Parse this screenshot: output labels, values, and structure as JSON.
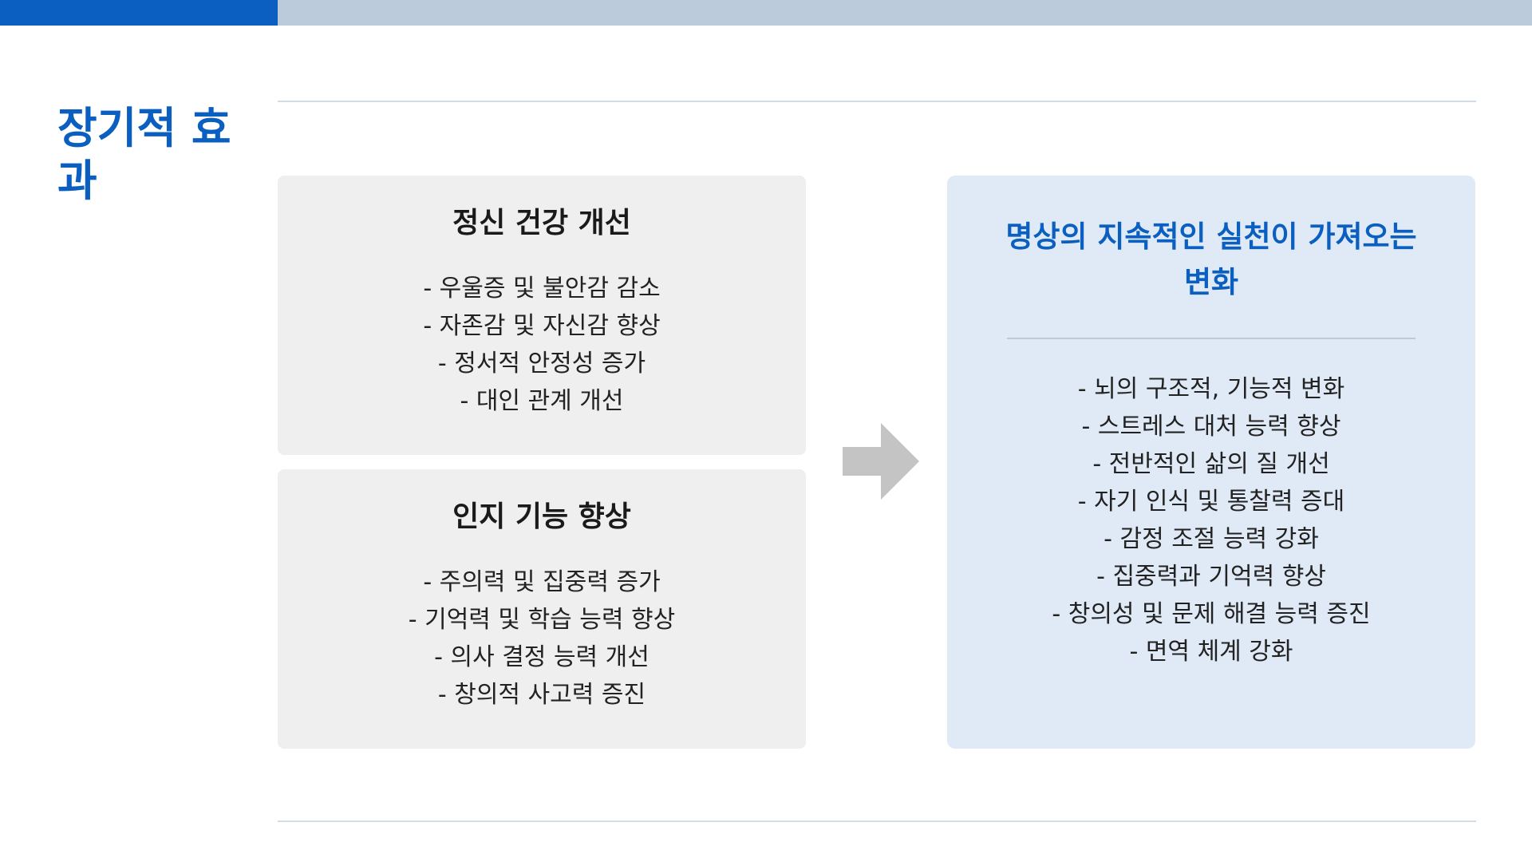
{
  "slide": {
    "title": "장기적 효과",
    "colors": {
      "accent": "#0a5fc0",
      "topbar_rest": "#bccbdb",
      "card_bg": "#efefef",
      "result_bg": "#dfeaf6",
      "arrow": "#c4c4c4"
    }
  },
  "cards": [
    {
      "title": "정신 건강 개선",
      "items": [
        "- 우울증 및 불안감 감소",
        "- 자존감 및 자신감 향상",
        "- 정서적 안정성 증가",
        "- 대인 관계 개선"
      ]
    },
    {
      "title": "인지 기능 향상",
      "items": [
        "- 주의력 및 집중력 증가",
        "- 기억력 및 학습 능력 향상",
        "- 의사 결정 능력 개선",
        "- 창의적 사고력 증진"
      ]
    }
  ],
  "arrow_icon": "right-arrow-icon",
  "result": {
    "title": "명상의 지속적인 실천이 가져오는 변화",
    "items": [
      "- 뇌의 구조적, 기능적 변화",
      "- 스트레스 대처 능력 향상",
      "- 전반적인 삶의 질 개선",
      "- 자기 인식 및 통찰력 증대",
      "- 감정 조절 능력 강화",
      "- 집중력과 기억력 향상",
      "- 창의성 및 문제 해결 능력 증진",
      "- 면역 체계 강화"
    ]
  }
}
